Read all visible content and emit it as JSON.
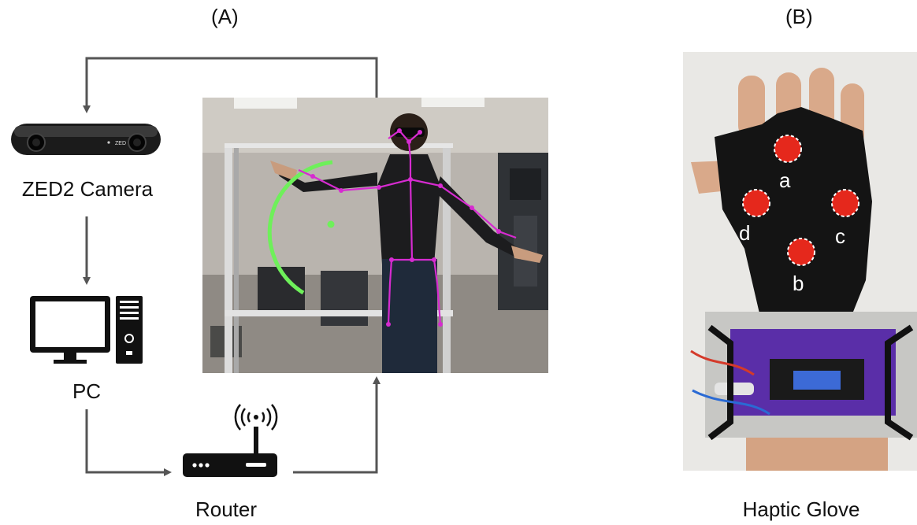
{
  "panels": {
    "a_tag": "(A)",
    "b_tag": "(B)"
  },
  "devices": {
    "camera_label": "ZED2 Camera",
    "camera_brand": "ZED",
    "pc_label": "PC",
    "router_label": "Router"
  },
  "glove": {
    "title": "Haptic Glove",
    "motor_labels": [
      "a",
      "b",
      "c",
      "d"
    ]
  },
  "colors": {
    "arrow": "#555555",
    "skeleton": "#d62bd0",
    "arc": "#6ef05a",
    "motor": "#e5281c",
    "device": "#111111"
  }
}
